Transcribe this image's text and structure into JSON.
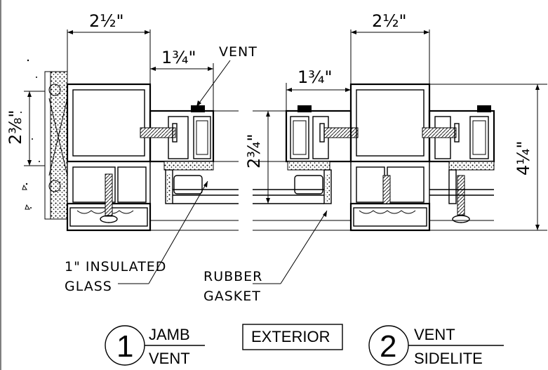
{
  "dimensions": {
    "top_width_left": "2½\"",
    "vent_depth_left": "1¾\"",
    "vent_depth_right": "1¾\"",
    "top_width_right": "2½\"",
    "side_left": "2⅜\"",
    "height_center": "2¾\"",
    "height_right": "4¼\""
  },
  "labels": {
    "vent": "VENT",
    "glass_line1": "1\" INSULATED",
    "glass_line2": "GLASS",
    "gasket_line1": "RUBBER",
    "gasket_line2": "GASKET"
  },
  "titles": {
    "detail1_number": "1",
    "detail1_line1": "JAMB",
    "detail1_line2": "VENT",
    "exterior": "EXTERIOR",
    "detail2_number": "2",
    "detail2_line1": "VENT",
    "detail2_line2": "SIDELITE"
  }
}
